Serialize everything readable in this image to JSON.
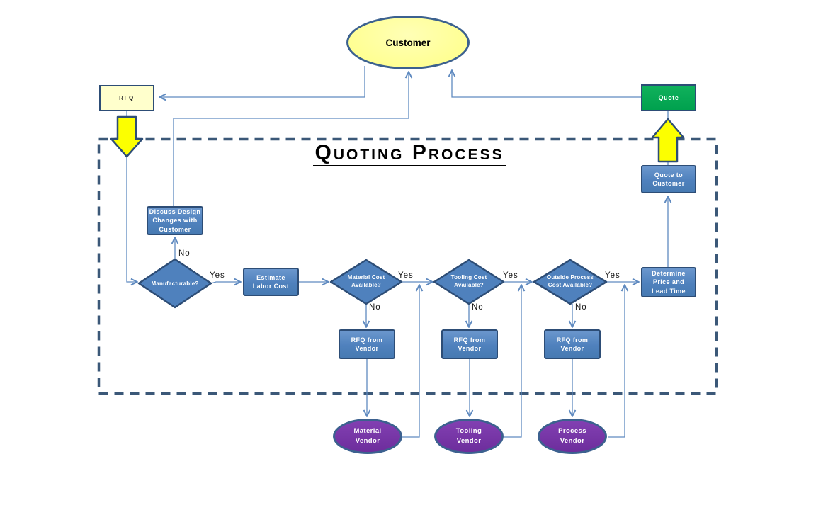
{
  "diagram": {
    "title": "Quoting Process",
    "nodes": {
      "customer": "Customer",
      "rfq": "RFQ",
      "quote": "Quote",
      "discuss_design": "Discuss Design\nChanges with\nCustomer",
      "manufacturable": "Manufacturable?",
      "estimate_labor": "Estimate\nLabor Cost",
      "material_cost": "Material Cost\nAvailable?",
      "tooling_cost": "Tooling Cost\nAvailable?",
      "outside_process": "Outside Process\nCost Available?",
      "determine_price": "Determine\nPrice and\nLead Time",
      "quote_to_customer": "Quote to\nCustomer",
      "rfq_vendor_1": "RFQ from\nVendor",
      "rfq_vendor_2": "RFQ from\nVendor",
      "rfq_vendor_3": "RFQ from\nVendor",
      "material_vendor": "Material\nVendor",
      "tooling_vendor": "Tooling\nVendor",
      "process_vendor": "Process\nVendor"
    },
    "edge_labels": {
      "manufacturable_yes": "Yes",
      "manufacturable_no": "No",
      "material_yes": "Yes",
      "material_no": "No",
      "tooling_yes": "Yes",
      "tooling_no": "No",
      "outside_yes": "Yes",
      "outside_no": "No"
    },
    "colors": {
      "process_fill": "#4f81bd",
      "process_border": "#2d4d76",
      "connector_line": "#5f8ac0",
      "customer_fill": "#ffff94",
      "rfq_fill": "#ffffcc",
      "quote_green": "#00a14e",
      "vendor_purple": "#7030a0",
      "block_arrow_yellow": "#fcff00",
      "dashed_border": "#3b5878",
      "title_color": "#000000"
    }
  }
}
